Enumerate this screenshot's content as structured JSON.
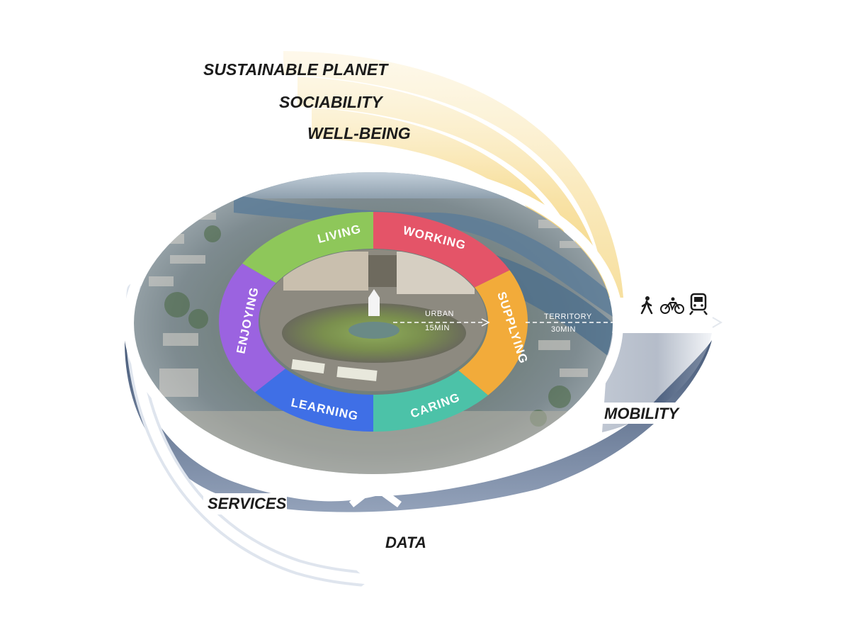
{
  "goals": {
    "sustainable_planet": "SUSTAINABLE PLANET",
    "sociability": "SOCIABILITY",
    "well_being": "WELL-BEING"
  },
  "flows": {
    "mobility": "MOBILITY",
    "services": "SERVICES",
    "data": "DATA"
  },
  "ring_segments": {
    "living": "LIVING",
    "working": "WORKING",
    "supplying": "SUPPLYING",
    "caring": "CARING",
    "learning": "LEARNING",
    "enjoying": "ENJOYING"
  },
  "scales": {
    "urban_line1": "URBAN",
    "urban_line2": "15MIN",
    "territory_line1": "TERRITORY",
    "territory_line2": "30MIN"
  },
  "mobility_icons": [
    "walking-icon",
    "bicycle-icon",
    "train-icon"
  ],
  "colors": {
    "living": "#8ec75a",
    "working": "#e45468",
    "supplying": "#f2ab3a",
    "caring": "#4cc2a8",
    "learning": "#3f6fe6",
    "enjoying": "#9b63e0",
    "gold": "#f1c84a",
    "navy": "#253a5c"
  }
}
